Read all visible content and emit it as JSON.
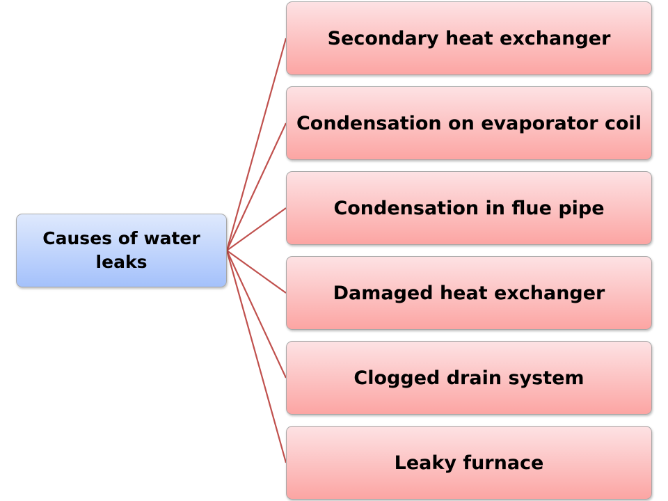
{
  "root": {
    "label": "Causes of water leaks"
  },
  "children": [
    {
      "label": "Secondary heat exchanger"
    },
    {
      "label": "Condensation on evaporator coil"
    },
    {
      "label": "Condensation in flue pipe"
    },
    {
      "label": "Damaged heat exchanger"
    },
    {
      "label": "Clogged drain system"
    },
    {
      "label": "Leaky furnace"
    }
  ],
  "colors": {
    "connector": "#c0504d",
    "root_fill": "#a4c1fb",
    "child_fill": "#fca5a3"
  }
}
